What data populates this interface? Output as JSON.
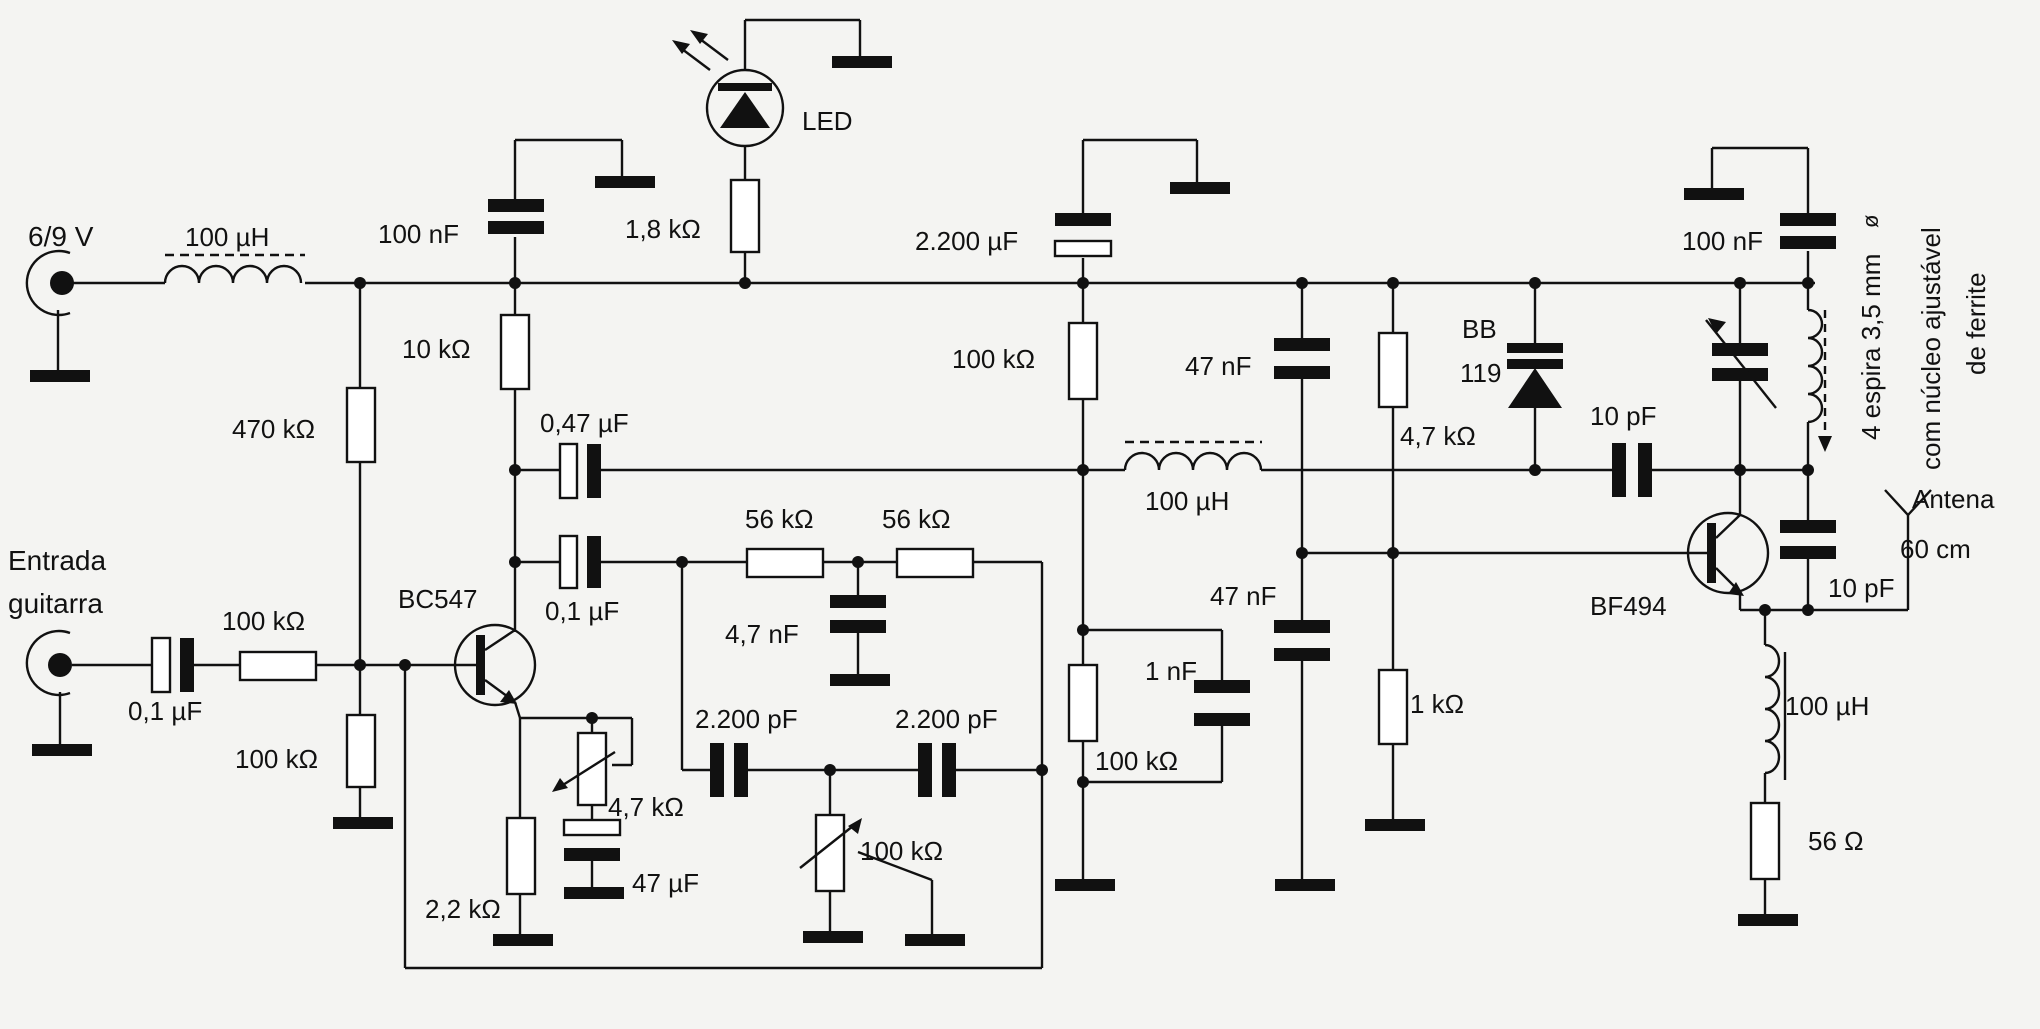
{
  "title": "",
  "labels": {
    "supply": "6/9 V",
    "input_line1": "Entrada",
    "input_line2": "guitarra",
    "l_supply": "100 µH",
    "c_dec1": "100 nF",
    "led": "LED",
    "r_led": "1,8 kΩ",
    "c_big": "2.200 µF",
    "c_dec2": "100 nF",
    "r_col": "10 kΩ",
    "r_b1": "470 kΩ",
    "r_b2": "100 kΩ",
    "c_047": "0,47 µF",
    "c_01a": "0,1 µF",
    "c_in": "0,1 µF",
    "r_in": "100 kΩ",
    "q1": "BC547",
    "r_56a": "56 kΩ",
    "r_56b": "56 kΩ",
    "c_47n": "4,7 nF",
    "c_2200a": "2.200 pF",
    "c_2200b": "2.200 pF",
    "pot_47k": "4,7 kΩ",
    "c_47u": "47 µF",
    "r_22k": "2,2 kΩ",
    "pot_100k": "100 kΩ",
    "r_100k_m": "100 kΩ",
    "l_rf": "100 µH",
    "c_1n": "1 nF",
    "r_100k_b": "100 kΩ",
    "c_47n_a": "47 nF",
    "c_47n_b": "47 nF",
    "r_47k": "4,7 kΩ",
    "r_1k": "1 kΩ",
    "bb_1": "BB",
    "bb_2": "119",
    "c_10p_a": "10 pF",
    "c_10p_b": "10 pF",
    "q2": "BF494",
    "l_out": "100 µH",
    "r_56": "56 Ω",
    "ant_1": "Antena",
    "ant_2": "60 cm",
    "coil_1": "4 espira 3,5 mm",
    "coil_phi": "ø",
    "coil_2": "com núcleo ajustável",
    "coil_3": "de ferrite"
  }
}
